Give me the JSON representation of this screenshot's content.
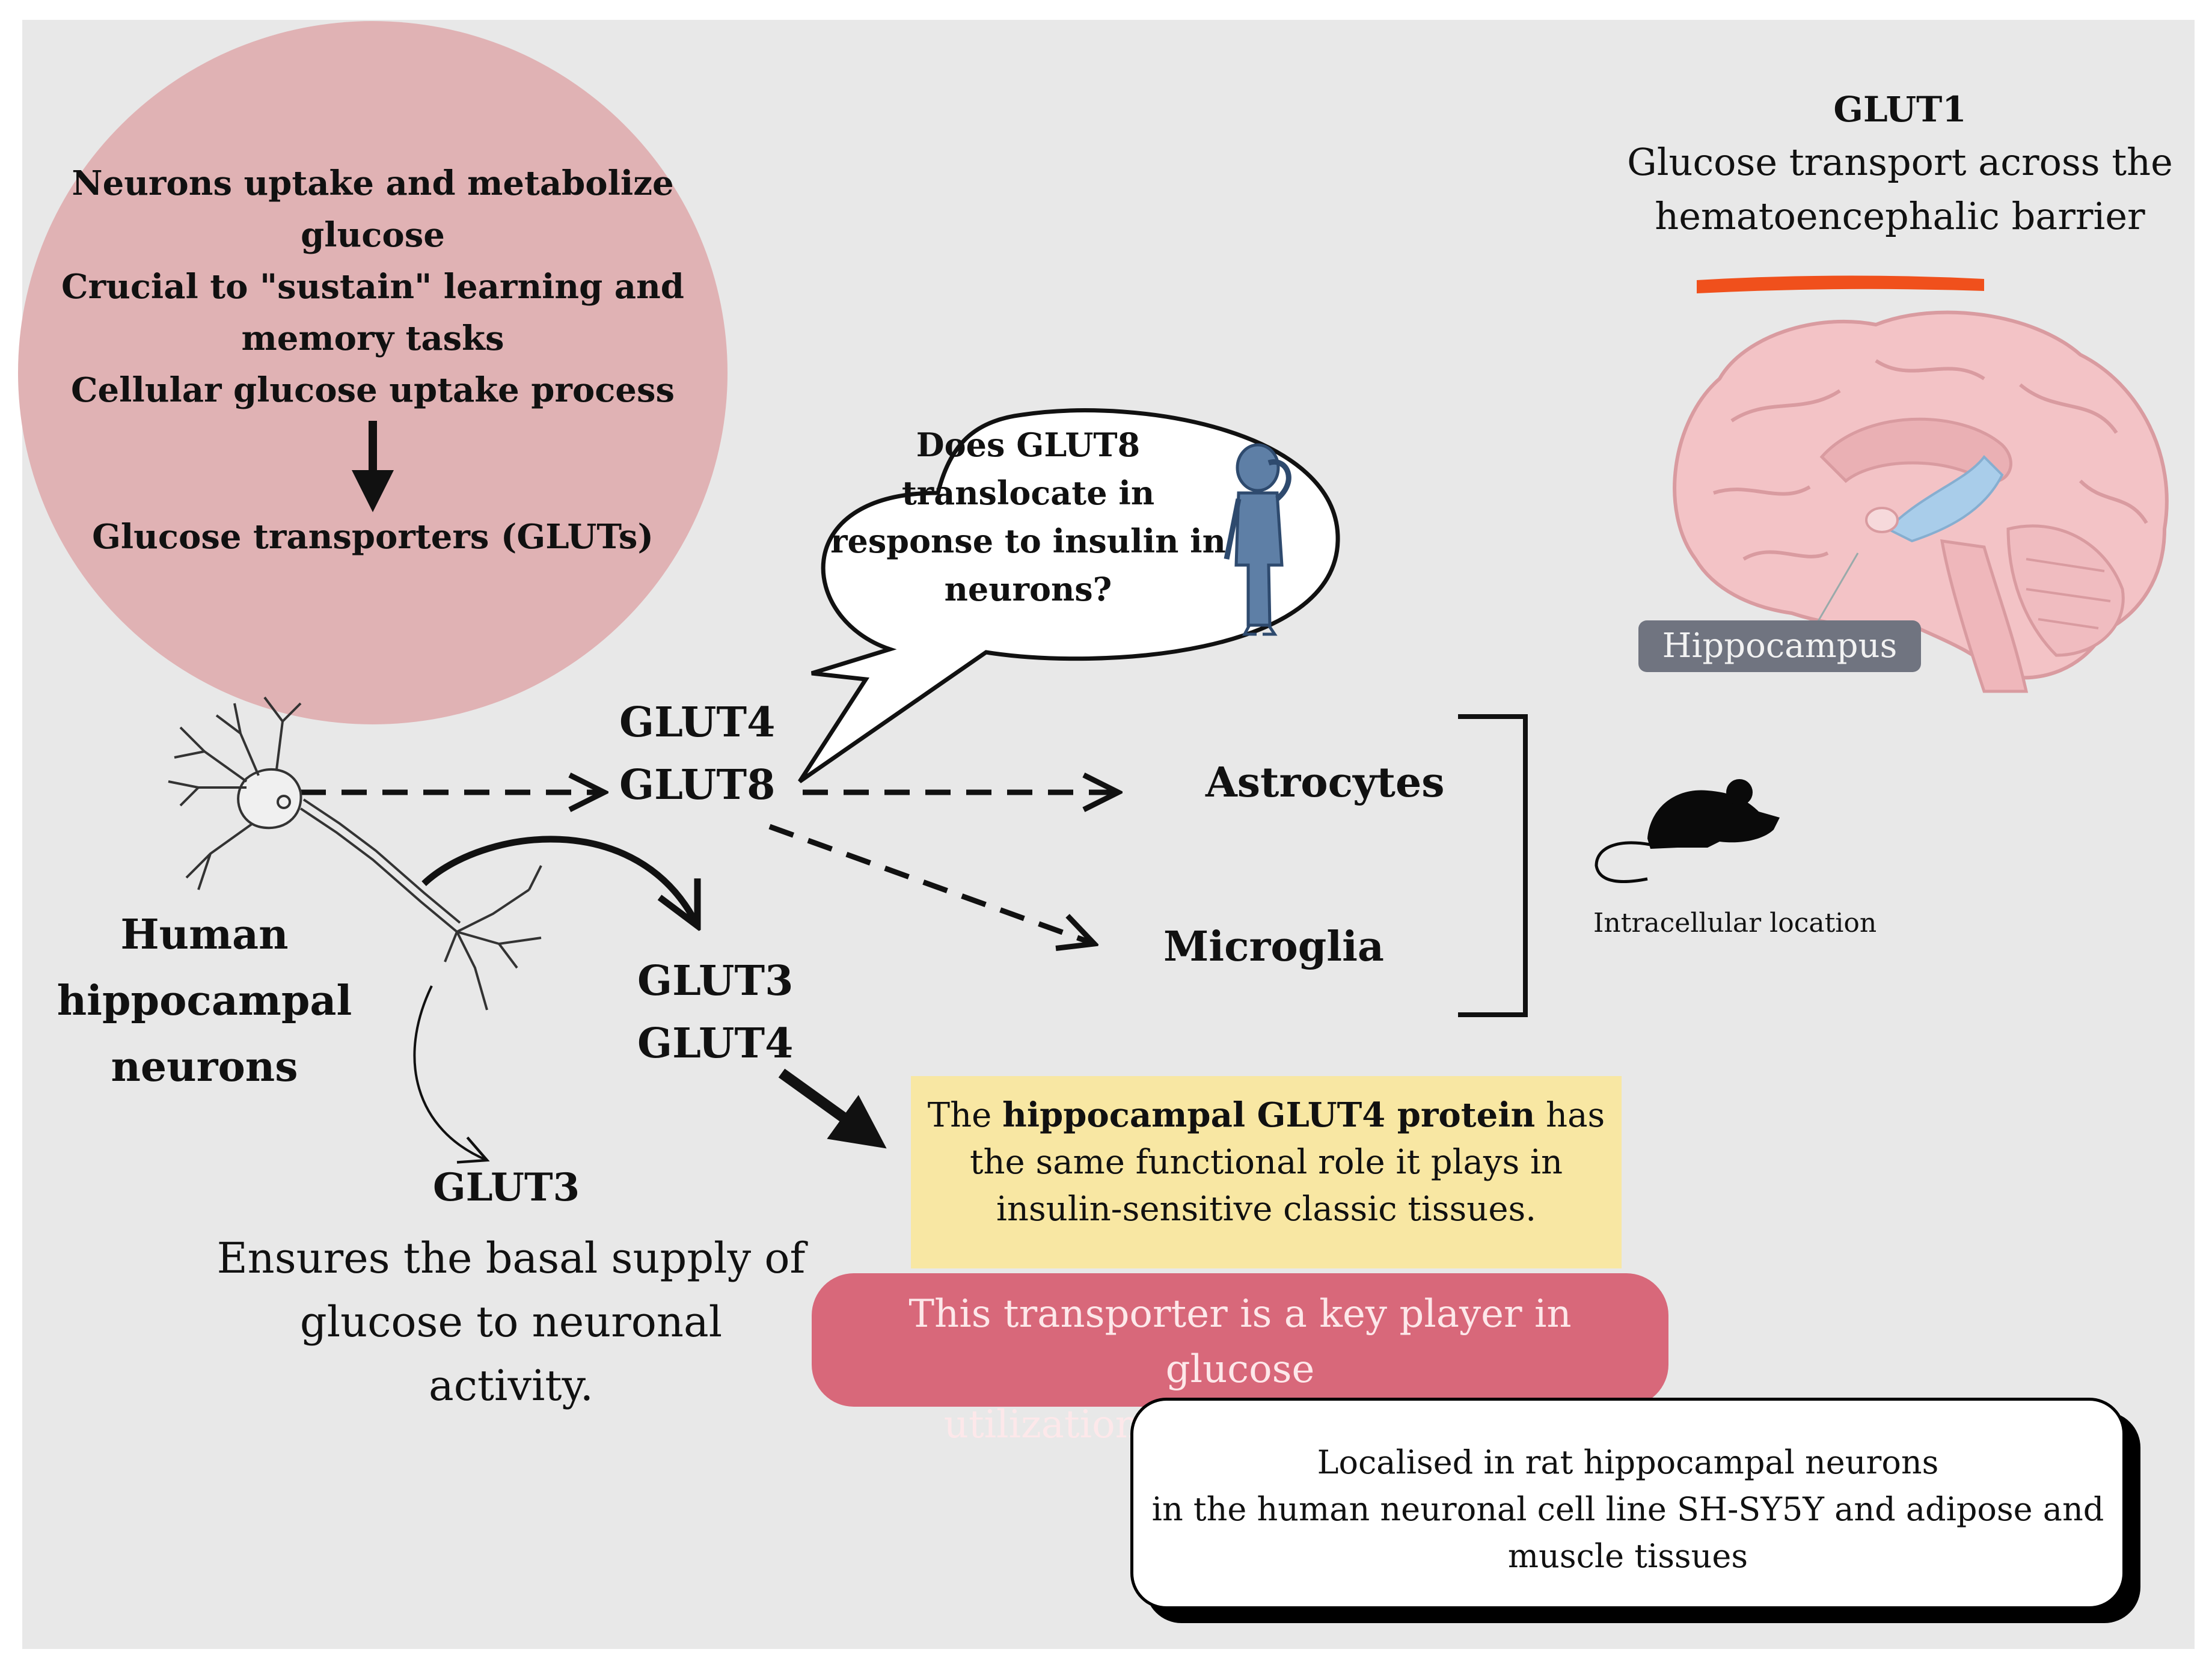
{
  "intro": {
    "lines": [
      "Neurons uptake and metabolize",
      "glucose",
      "Crucial to \"sustain\" learning and",
      "memory tasks",
      "Cellular glucose uptake process"
    ],
    "result": "Glucose transporters (GLUTs)"
  },
  "glut1": {
    "title": "GLUT1",
    "desc_line1": "Glucose transport across the",
    "desc_line2": "hematoencephalic barrier"
  },
  "brain": {
    "hippocampus_label": "Hippocampus"
  },
  "question": {
    "lines": [
      "Does GLUT8",
      "translocate in",
      "response to insulin in",
      "neurons?"
    ]
  },
  "transporters": {
    "top": [
      "GLUT4",
      "GLUT8"
    ],
    "bottom": [
      "GLUT3",
      "GLUT4"
    ]
  },
  "cells": {
    "astrocytes": "Astrocytes",
    "microglia": "Microglia",
    "intracellular": "Intracellular location"
  },
  "neurons": {
    "lines": [
      "Human",
      "hippocampal",
      "neurons"
    ]
  },
  "glut3": {
    "title": "GLUT3",
    "desc_lines": [
      "Ensures the basal supply of",
      "glucose to neuronal",
      "activity."
    ]
  },
  "notes": {
    "yellow_prefix": "The ",
    "yellow_bold": "hippocampal GLUT4 protein",
    "yellow_suffix": " has the same functional role it plays in insulin-sensitive classic tissues.",
    "pink_line1": "This transporter is a key player in glucose",
    "pink_line2": "utilization in the hippocampus",
    "white_line1": "Localised in rat hippocampal neurons",
    "white_line2": "in the human neuronal cell line SH-SY5Y and adipose and",
    "white_line3": "muscle tissues"
  },
  "colors": {
    "panel_bg": "#e8e8e8",
    "intro_circle": "#e0b2b4",
    "barrier_line": "#f0501c",
    "yellow_note": "#f8e7a3",
    "pink_note": "#d8687a",
    "brain_pink": "#f3c3c6",
    "hippocampus_blue": "#a9cdea",
    "person_blue": "#5e7fa6"
  },
  "icons": [
    "neuron-icon",
    "brain-icon",
    "thinking-person-icon",
    "mouse-icon"
  ]
}
